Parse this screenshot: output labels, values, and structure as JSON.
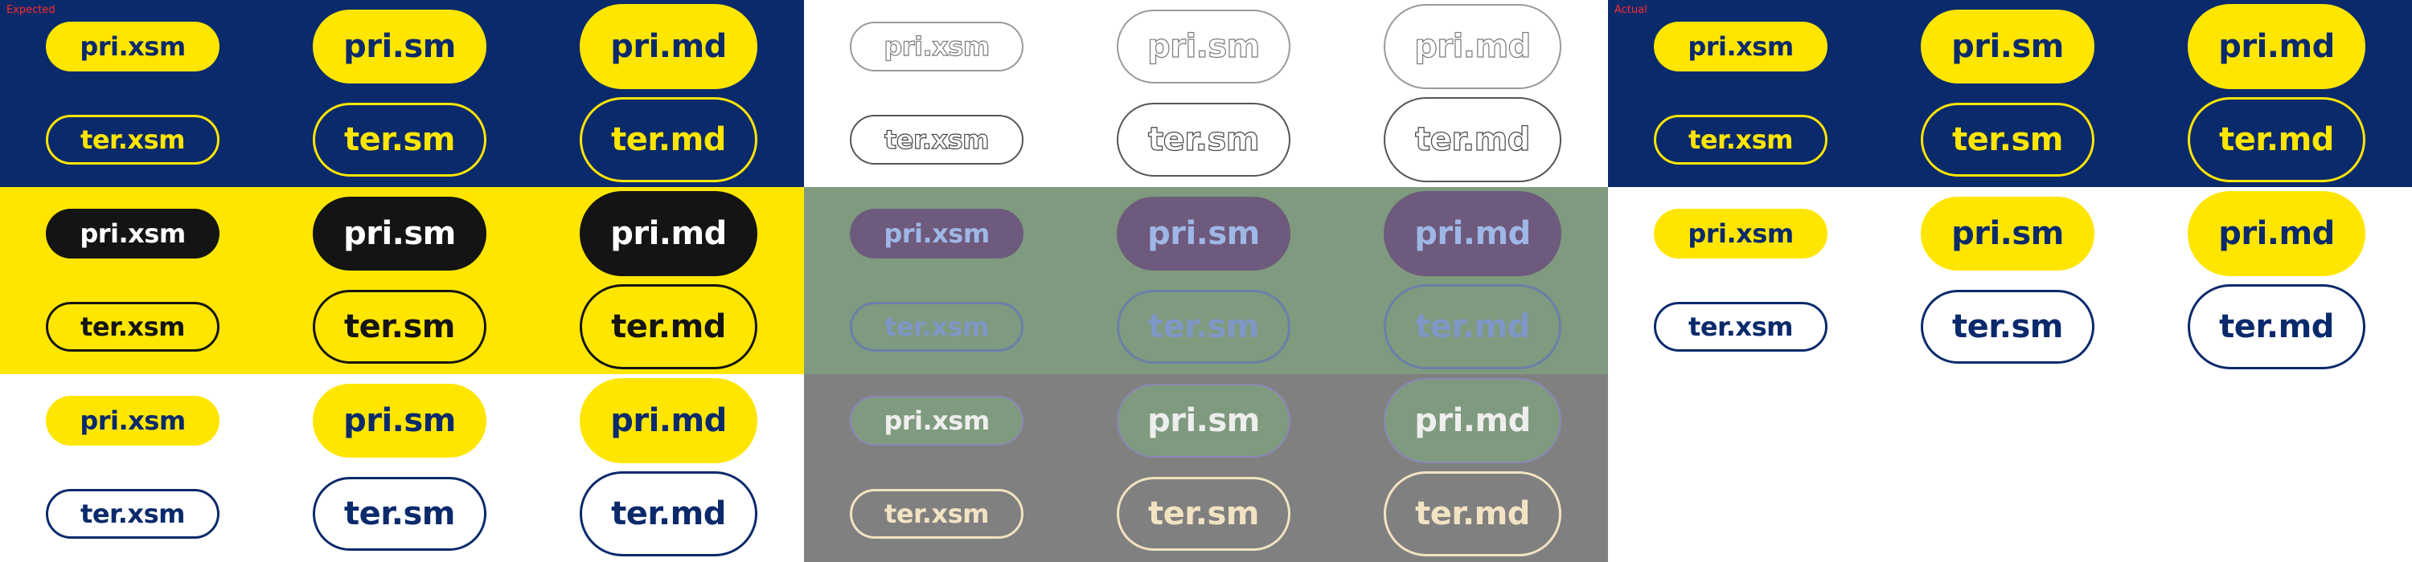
{
  "labels": {
    "expected": "Expected",
    "actual": "Actual"
  },
  "colors": {
    "navy": "#0b2a6b",
    "yellow": "#ffe600",
    "black": "#141414",
    "white": "#ffffff",
    "diff_green": "#7f9a7e",
    "diff_gray": "#808080",
    "diff_purple": "#6d5a7c",
    "diff_text_blue": "#9eb7e6",
    "diff_cream": "#f2e3c2",
    "diff_outline": "#9a9a9a"
  },
  "panels": [
    {
      "id": "expected",
      "label_key": "expected",
      "bands": [
        {
          "bg": "#0b2a6b",
          "rows": [
            {
              "style": "pri",
              "fill": "#ffe600",
              "text": "#0b2a6b",
              "border": "none",
              "items": [
                {
                  "size": "xsm",
                  "label": "pri.xsm"
                },
                {
                  "size": "sm",
                  "label": "pri.sm"
                },
                {
                  "size": "md",
                  "label": "pri.md"
                }
              ]
            },
            {
              "style": "ter",
              "fill": "transparent",
              "text": "#ffe600",
              "border": "#ffe600",
              "items": [
                {
                  "size": "xsm",
                  "label": "ter.xsm"
                },
                {
                  "size": "sm",
                  "label": "ter.sm"
                },
                {
                  "size": "md",
                  "label": "ter.md"
                }
              ]
            }
          ]
        },
        {
          "bg": "#ffe600",
          "rows": [
            {
              "style": "pri",
              "fill": "#141414",
              "text": "#ffffff",
              "border": "none",
              "items": [
                {
                  "size": "xsm",
                  "label": "pri.xsm"
                },
                {
                  "size": "sm",
                  "label": "pri.sm"
                },
                {
                  "size": "md",
                  "label": "pri.md"
                }
              ]
            },
            {
              "style": "ter",
              "fill": "transparent",
              "text": "#141414",
              "border": "#141414",
              "items": [
                {
                  "size": "xsm",
                  "label": "ter.xsm"
                },
                {
                  "size": "sm",
                  "label": "ter.sm"
                },
                {
                  "size": "md",
                  "label": "ter.md"
                }
              ]
            }
          ]
        },
        {
          "bg": "#ffffff",
          "rows": [
            {
              "style": "pri",
              "fill": "#ffe600",
              "text": "#0b2a6b",
              "border": "none",
              "items": [
                {
                  "size": "xsm",
                  "label": "pri.xsm"
                },
                {
                  "size": "sm",
                  "label": "pri.sm"
                },
                {
                  "size": "md",
                  "label": "pri.md"
                }
              ]
            },
            {
              "style": "ter",
              "fill": "transparent",
              "text": "#0b2a6b",
              "border": "#0b2a6b",
              "items": [
                {
                  "size": "xsm",
                  "label": "ter.xsm"
                },
                {
                  "size": "sm",
                  "label": "ter.sm"
                },
                {
                  "size": "md",
                  "label": "ter.md"
                }
              ]
            }
          ]
        }
      ]
    },
    {
      "id": "diff",
      "bands": [
        {
          "bg": "#ffffff",
          "rows": [
            {
              "style": "ter",
              "fill": "#ffffff",
              "text": "#ffffff",
              "border": "#9a9a9a",
              "outline_text": "#7a7a7a",
              "items": [
                {
                  "size": "xsm",
                  "label": "pri.xsm"
                },
                {
                  "size": "sm",
                  "label": "pri.sm"
                },
                {
                  "size": "md",
                  "label": "pri.md"
                }
              ]
            },
            {
              "style": "ter",
              "fill": "#ffffff",
              "text": "#ffffff",
              "border": "#555555",
              "outline_text": "#444444",
              "items": [
                {
                  "size": "xsm",
                  "label": "ter.xsm"
                },
                {
                  "size": "sm",
                  "label": "ter.sm"
                },
                {
                  "size": "md",
                  "label": "ter.md"
                }
              ]
            }
          ]
        },
        {
          "bg": "#7f9a7e",
          "rows": [
            {
              "style": "pri",
              "fill": "#6d5a7c",
              "text": "#9eb7e6",
              "border": "none",
              "items": [
                {
                  "size": "xsm",
                  "label": "pri.xsm"
                },
                {
                  "size": "sm",
                  "label": "pri.sm"
                },
                {
                  "size": "md",
                  "label": "pri.md"
                }
              ]
            },
            {
              "style": "ter",
              "fill": "transparent",
              "text": "#7f97c7",
              "border": "#6a7fa8",
              "items": [
                {
                  "size": "xsm",
                  "label": "ter.xsm"
                },
                {
                  "size": "sm",
                  "label": "ter.sm"
                },
                {
                  "size": "md",
                  "label": "ter.md"
                }
              ]
            }
          ]
        },
        {
          "bg": "#808080",
          "rows": [
            {
              "style": "pri",
              "fill": "#7f9a7e",
              "text": "#eeeeee",
              "border": "#8a88b8",
              "items": [
                {
                  "size": "xsm",
                  "label": "pri.xsm"
                },
                {
                  "size": "sm",
                  "label": "pri.sm"
                },
                {
                  "size": "md",
                  "label": "pri.md"
                }
              ]
            },
            {
              "style": "ter",
              "fill": "transparent",
              "text": "#f2e3c2",
              "border": "#f2e3c2",
              "items": [
                {
                  "size": "xsm",
                  "label": "ter.xsm"
                },
                {
                  "size": "sm",
                  "label": "ter.sm"
                },
                {
                  "size": "md",
                  "label": "ter.md"
                }
              ]
            }
          ]
        }
      ]
    },
    {
      "id": "actual",
      "label_key": "actual",
      "bands": [
        {
          "bg": "#0b2a6b",
          "rows": [
            {
              "style": "pri",
              "fill": "#ffe600",
              "text": "#0b2a6b",
              "border": "none",
              "items": [
                {
                  "size": "xsm",
                  "label": "pri.xsm"
                },
                {
                  "size": "sm",
                  "label": "pri.sm"
                },
                {
                  "size": "md",
                  "label": "pri.md"
                }
              ]
            },
            {
              "style": "ter",
              "fill": "transparent",
              "text": "#ffe600",
              "border": "#ffe600",
              "items": [
                {
                  "size": "xsm",
                  "label": "ter.xsm"
                },
                {
                  "size": "sm",
                  "label": "ter.sm"
                },
                {
                  "size": "md",
                  "label": "ter.md"
                }
              ]
            }
          ]
        },
        {
          "bg": "#ffffff",
          "rows": [
            {
              "style": "pri",
              "fill": "#ffe600",
              "text": "#0b2a6b",
              "border": "none",
              "items": [
                {
                  "size": "xsm",
                  "label": "pri.xsm"
                },
                {
                  "size": "sm",
                  "label": "pri.sm"
                },
                {
                  "size": "md",
                  "label": "pri.md"
                }
              ]
            },
            {
              "style": "ter",
              "fill": "transparent",
              "text": "#0b2a6b",
              "border": "#0b2a6b",
              "items": [
                {
                  "size": "xsm",
                  "label": "ter.xsm"
                },
                {
                  "size": "sm",
                  "label": "ter.sm"
                },
                {
                  "size": "md",
                  "label": "ter.md"
                }
              ]
            }
          ]
        },
        {
          "bg": "#ffffff",
          "rows": []
        }
      ]
    }
  ]
}
